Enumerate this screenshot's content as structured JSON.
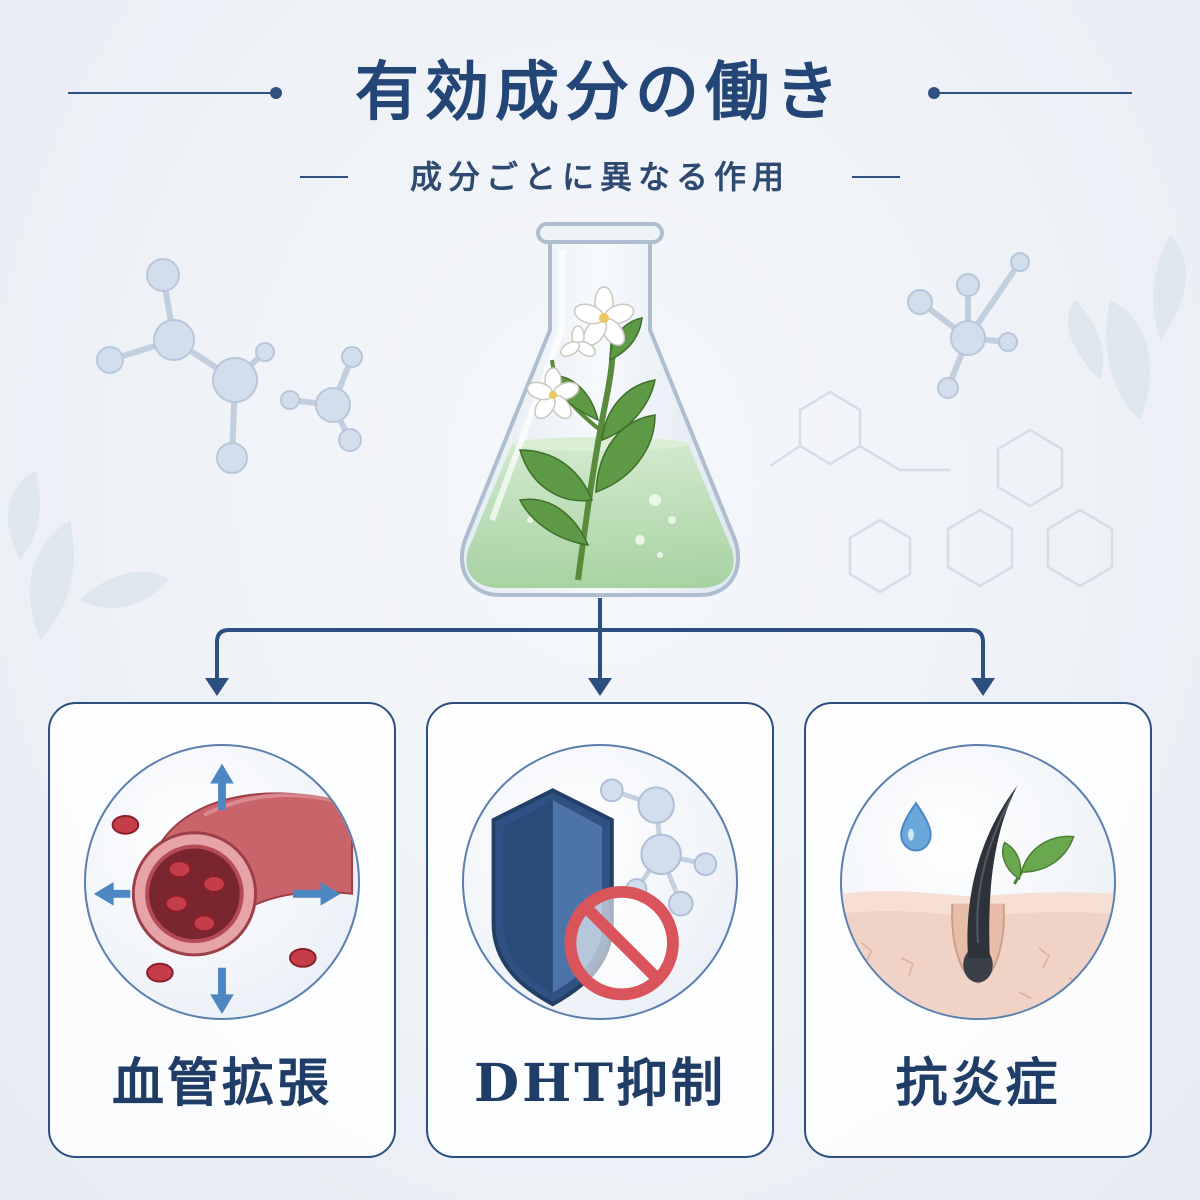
{
  "title": "有効成分の働き",
  "subtitle": "成分ごとに異なる作用",
  "cards": [
    {
      "label": "血管拡張",
      "icon": "blood-vessel-icon"
    },
    {
      "label": "DHT抑制",
      "icon": "shield-block-icon"
    },
    {
      "label": "抗炎症",
      "icon": "hair-follicle-icon"
    }
  ],
  "colors": {
    "primary": "#234676",
    "line": "#2f5183",
    "liquid": "#a8d5a2",
    "vessel": "#c9646b",
    "shield": "#2f5183",
    "prohibit": "#d9555b"
  }
}
